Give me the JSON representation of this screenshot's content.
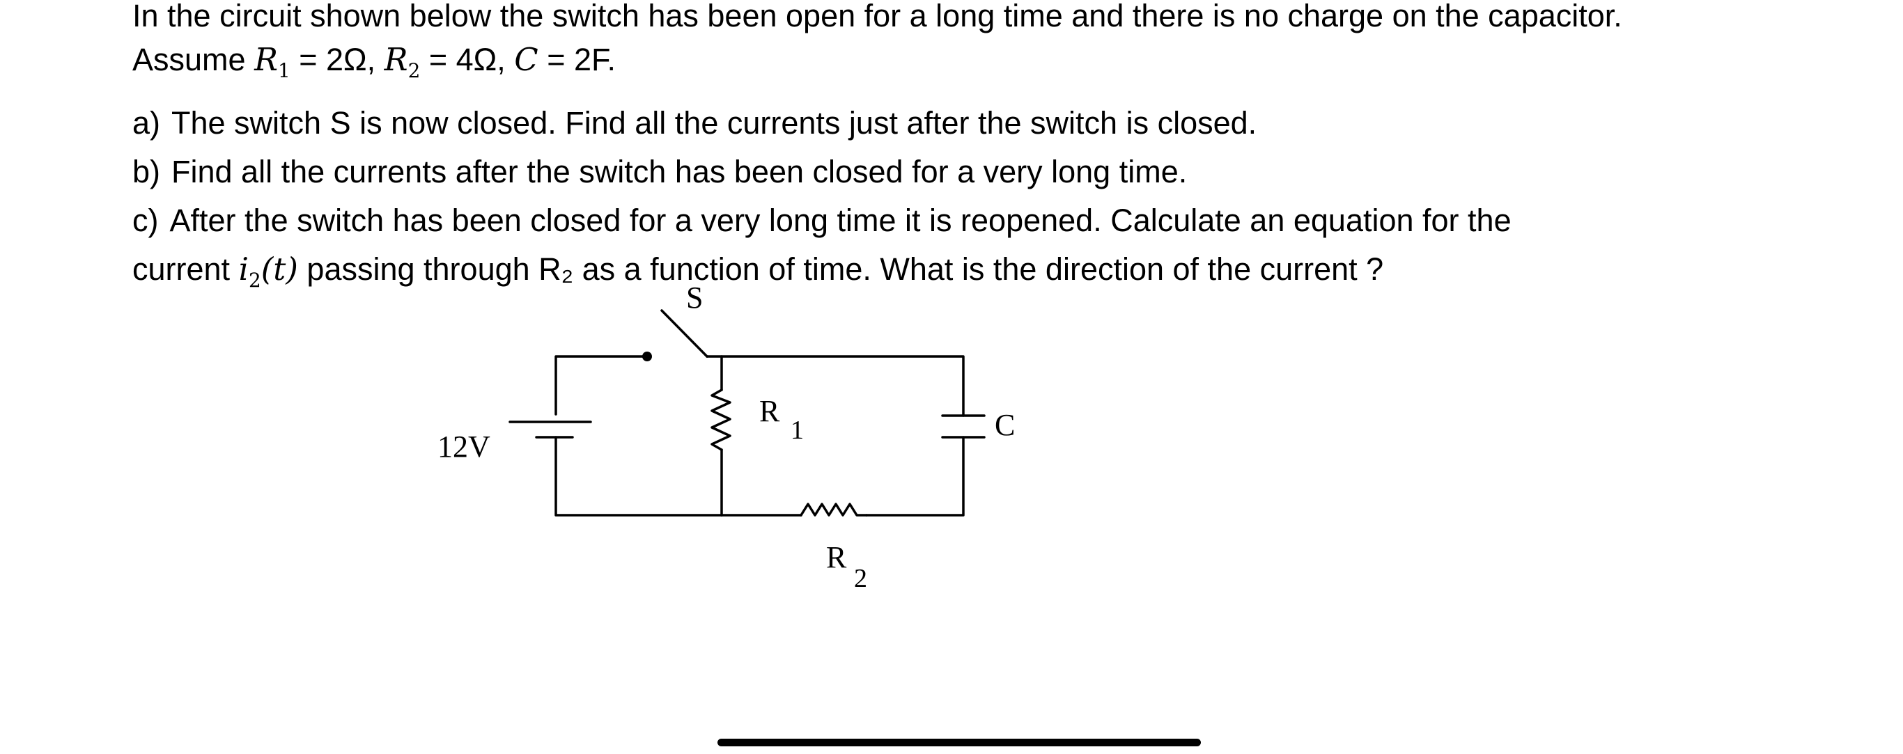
{
  "problem": {
    "intro": "In the circuit shown below the switch has been open for a long time and there is no charge on the capacitor.",
    "assume": {
      "prefix": "Assume ",
      "r1_symbol": "R",
      "r1_sub": "1",
      "r1_value": " = 2Ω, ",
      "r2_symbol": "R",
      "r2_sub": "2",
      "r2_value": " = 4Ω, ",
      "c_symbol": "C",
      "c_value": " = 2F."
    },
    "part_a": {
      "label": "a)",
      "text": "The switch S is now closed. Find all the currents just after the switch is closed."
    },
    "part_b": {
      "label": "b)",
      "text": "Find all the currents after the switch has been closed for a very long time."
    },
    "part_c": {
      "label": "c)",
      "line1": "After the switch has been closed for a very long time it is reopened. Calculate an equation for the",
      "line2_prefix": "current ",
      "i_symbol": "i",
      "i_sub": "2",
      "i_arg": "(t)",
      "line2_suffix": " passing through R₂ as a function of time.  What is the direction of the current ?"
    }
  },
  "circuit": {
    "switch_label": "S",
    "battery_label": "12V",
    "r1_label": "R",
    "r1_sub": "1",
    "r2_label": "R",
    "r2_sub": "2",
    "capacitor_label": "C"
  }
}
